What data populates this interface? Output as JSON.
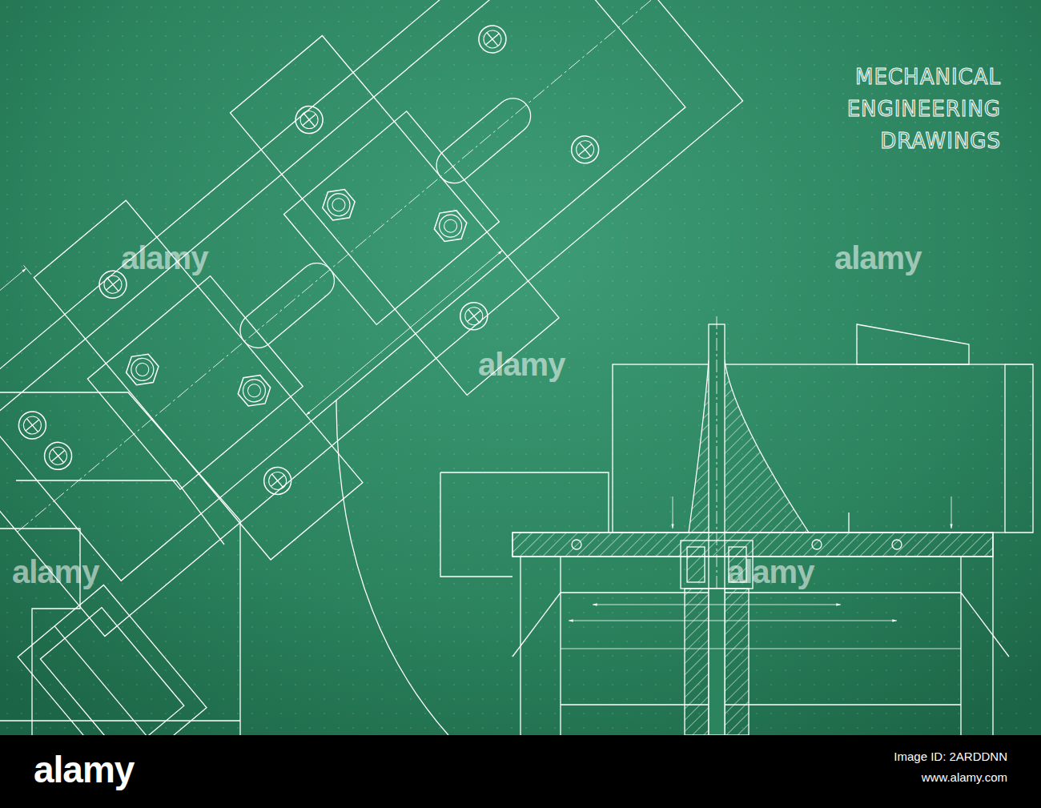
{
  "diagram": {
    "title": "MECHANICAL ENGINEERING DRAWINGS",
    "labels": [
      "alamy",
      "alamy",
      "alamy",
      "alamy",
      "alamy",
      "alamy",
      "Image ID: 2ARDDNN",
      "www.alamy.com"
    ]
  }
}
